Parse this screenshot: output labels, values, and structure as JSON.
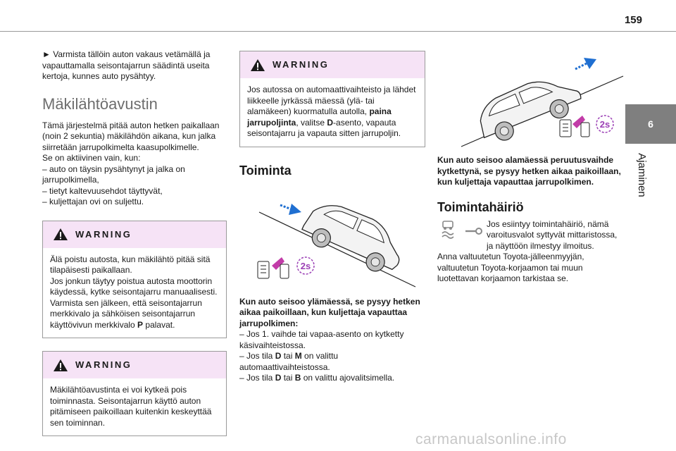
{
  "page": {
    "number": "159",
    "chapter_number": "6",
    "chapter_title": "Ajaminen"
  },
  "column1": {
    "intro": "► Varmista tällöin auton vakaus vetämällä ja vapauttamalla seisontajarrun säädintä useita kertoja, kunnes auto pysähtyy.",
    "heading": "Mäkilähtöavustin",
    "body_lines": [
      "Tämä järjestelmä pitää auton hetken paikallaan (noin 2 sekuntia) mäkilähdön aikana, kun jalka siirretään jarrupolkimelta kaasupolkimelle.",
      "Se on aktiivinen vain, kun:",
      "– auto on täysin pysähtynyt ja jalka on jarrupolkimella,",
      "– tietyt kaltevuusehdot täyttyvät,",
      "– kuljettajan ovi on suljettu."
    ],
    "warning1": {
      "title": "WARNING",
      "lines": [
        "Älä poistu autosta, kun mäkilähtö pitää sitä tilapäisesti paikallaan.",
        "Jos jonkun täytyy poistua autosta moottorin käydessä, kytke seisontajarru manuaalisesti.",
        "Varmista sen jälkeen, että seisontajarrun merkkivalo ja sähköisen seisontajarrun käyttövivun merkkivalo ",
        "P",
        " palavat."
      ]
    },
    "warning2": {
      "title": "WARNING",
      "text": "Mäkilähtöavustinta ei voi kytkeä pois toiminnasta. Seisontajarrun käyttö auton pitämiseen paikoillaan kuitenkin keskeyttää sen toiminnan."
    }
  },
  "column2": {
    "warning": {
      "title": "WARNING",
      "text_a": "Jos autossa on automaattivaihteisto ja lähdet liikkeelle jyrkässä mäessä (ylä- tai alamäkeen) kuormatulla autolla, ",
      "bold_a": "paina jarrupoljinta",
      "text_b": ", valitse ",
      "bold_b": "D",
      "text_c": "-asento, vapauta seisontajarru ja vapauta sitten jarrupoljin."
    },
    "heading": "Toiminta",
    "illustration": {
      "badge": "2s"
    },
    "caption": "Kun auto seisoo ylämäessä, se pysyy hetken aikaa paikoillaan, kun kuljettaja vapauttaa jarrupolkimen:",
    "items": [
      {
        "pre": "– Jos 1. vaihde tai vapaa-asento on kytketty käsivaihteistossa.",
        "b1": "",
        "mid": "",
        "b2": "",
        "post": ""
      },
      {
        "pre": "– Jos tila ",
        "b1": "D",
        "mid": " tai ",
        "b2": "M",
        "post": " on valittu automaattivaihteistossa."
      },
      {
        "pre": "– Jos tila ",
        "b1": "D",
        "mid": " tai  ",
        "b2": "B",
        "post": "  on valittu ajovalitsimella."
      }
    ]
  },
  "column3": {
    "illustration": {
      "badge": "2s"
    },
    "caption": "Kun auto seisoo alamäessä peruutusvaihde kytkettynä, se pysyy hetken aikaa paikoillaan, kun kuljettaja vapauttaa jarrupolkimen.",
    "heading": "Toimintahäiriö",
    "fault_text_1": "Jos esiintyy toimintahäiriö, nämä varoitusvalot syttyvät mittaristossa, ja näyttöön ilmestyy ilmoitus.",
    "fault_text_2": "Anna valtuutetun Toyota-jälleenmyyjän, valtuutetun Toyota-korjaamon tai muun luotettavan korjaamon tarkistaa se."
  },
  "watermark": "carmanualsonline.info",
  "colors": {
    "warning_header": "#f6e3f6",
    "side_tab": "#7f7f7f",
    "heading_gray": "#6d6d6d",
    "arrow_blue": "#1f6fd1",
    "badge_purple": "#9b3fb5",
    "pedal_magenta": "#c23ca8"
  }
}
